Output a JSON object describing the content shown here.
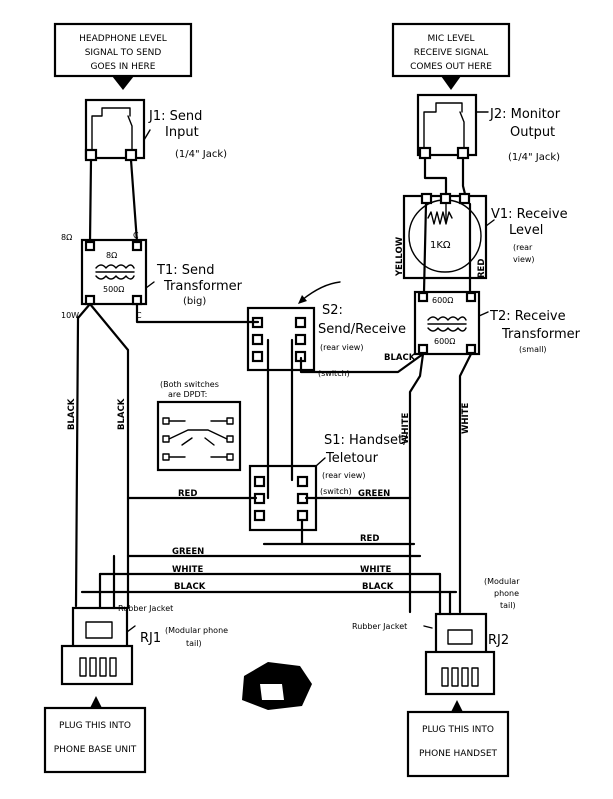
{
  "notes": {
    "headphone": [
      "HEADPHONE LEVEL",
      "SIGNAL TO SEND",
      "GOES IN HERE"
    ],
    "mic": [
      "MIC LEVEL",
      "RECEIVE SIGNAL",
      "COMES OUT HERE"
    ],
    "plug_base": [
      "PLUG THIS INTO",
      "PHONE BASE UNIT"
    ],
    "plug_handset": [
      "PLUG THIS INTO",
      "PHONE HANDSET"
    ],
    "dpdt": [
      "(Both switches",
      "are DPDT:"
    ]
  },
  "components": {
    "j1": [
      "J1: Send",
      "Input",
      "(1/4\" Jack)"
    ],
    "j2": [
      "J2: Monitor",
      "Output",
      "(1/4\" Jack)"
    ],
    "t1": [
      "T1: Send",
      "Transformer",
      "(big)"
    ],
    "t2": [
      "T2: Receive",
      "Transformer",
      "(small)"
    ],
    "v1": [
      "V1: Receive",
      "Level",
      "(rear",
      "view)"
    ],
    "s2": [
      "S2:",
      "Send/Receive",
      "(rear view)",
      "(switch)"
    ],
    "s1": [
      "S1: Handset/",
      "Teletour",
      "(rear view)",
      "(switch)"
    ],
    "rj1": [
      "RJ1",
      "(Modular phone",
      "tail)"
    ],
    "rj2": [
      "RJ2",
      "(Modular",
      "phone",
      "tail)"
    ],
    "rubber1": "Rubber Jacket",
    "rubber2": "Rubber Jacket"
  },
  "values": {
    "t1_8": "8Ω",
    "t1_500": "500Ω",
    "t1_tap_8": "8Ω",
    "t1_tap_c": "C",
    "t1_tap_10w": "10W",
    "t1_tap_c2": "C",
    "t2_600a": "600Ω",
    "t2_600b": "600Ω",
    "v1_res": "1KΩ"
  },
  "wires": {
    "black": "BLACK",
    "white": "WHITE",
    "red": "RED",
    "green": "GREEN",
    "yellow": "YELLOW"
  }
}
